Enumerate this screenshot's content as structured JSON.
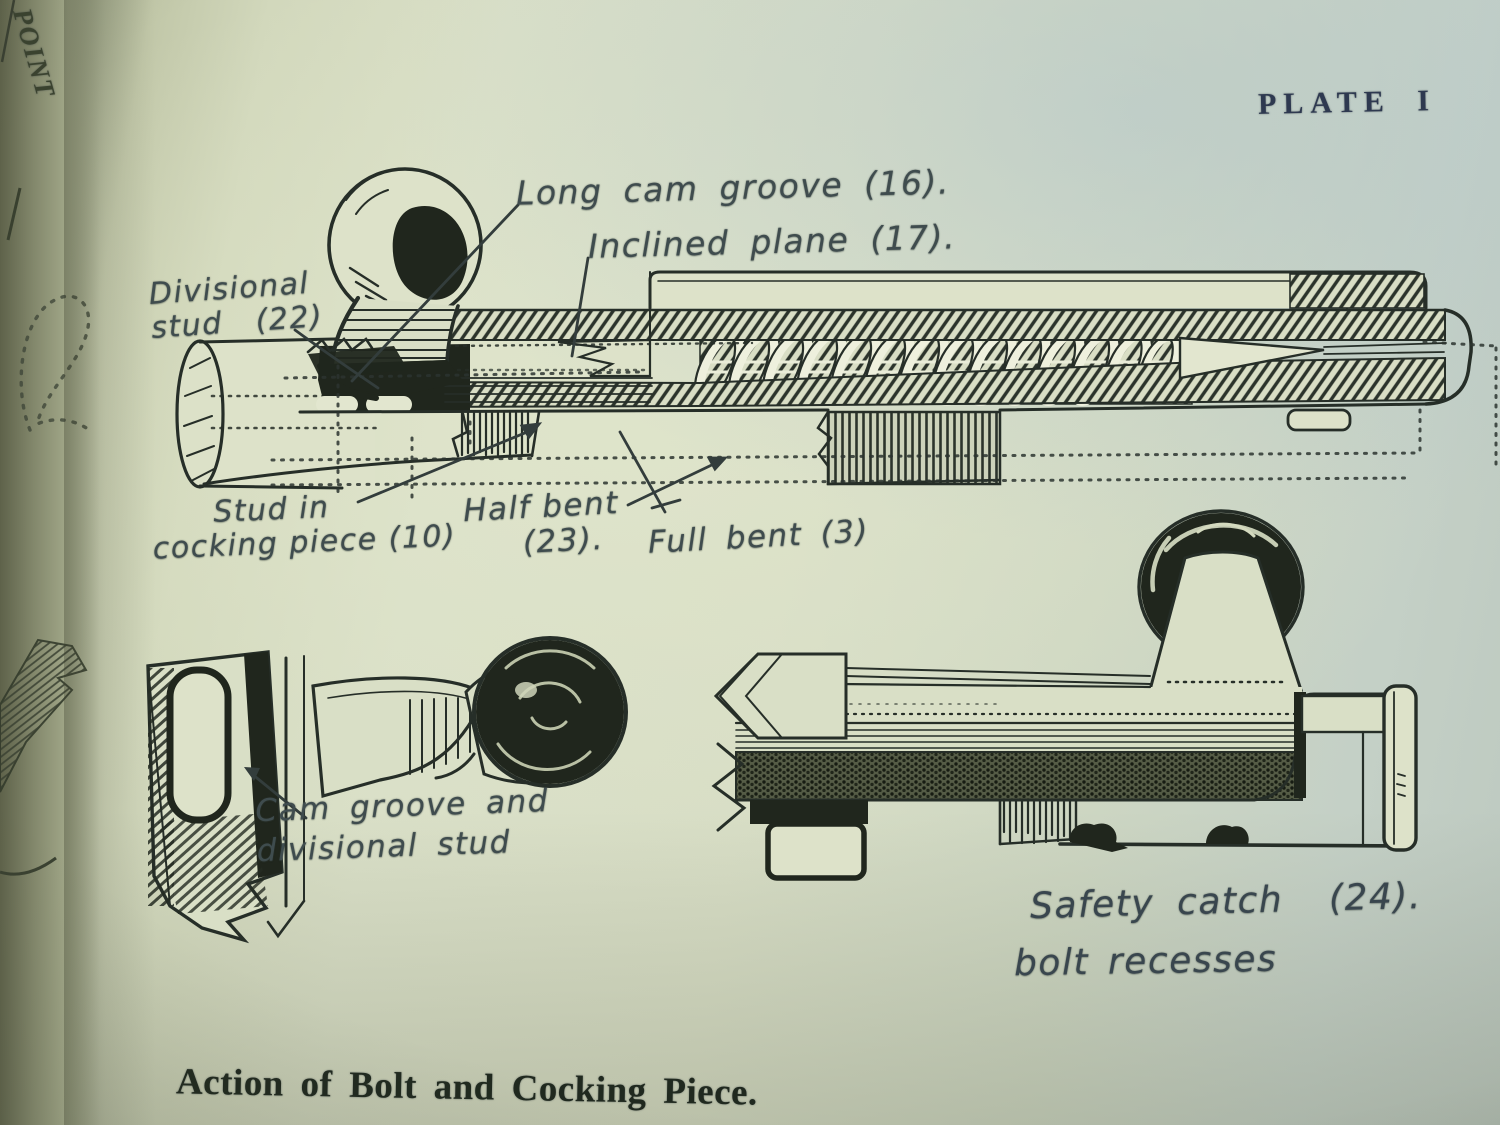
{
  "page": {
    "plate_title": "PLATE I",
    "caption": "Action of Bolt and Cocking Piece.",
    "edge_word": "POINT"
  },
  "figure_top": {
    "labels": {
      "long_cam_groove": "Long cam groove (16).",
      "inclined_plane": "Inclined plane (17).",
      "divisional_stud_1": "Divisional",
      "divisional_stud_2": "stud   (22)",
      "stud_in_cocking_1": "Stud in",
      "stud_in_cocking_2": "cocking piece (10)",
      "half_bent_1": "Half bent",
      "half_bent_2": "(23).",
      "full_bent": "Full bent (3)"
    }
  },
  "figure_bottom_left": {
    "labels": {
      "cam_groove_1": "Cam groove and",
      "cam_groove_2": "divisional stud"
    }
  },
  "figure_bottom_right": {
    "labels": {
      "safety_catch": "Safety catch  (24).",
      "bolt_recesses": "bolt recesses"
    }
  },
  "colors": {
    "paper": "#d8dec6",
    "ink": "#262e28",
    "handwriting_ink": "#3f4c4e",
    "plate_ink": "#2e3950",
    "caption_ink": "#20291f"
  }
}
